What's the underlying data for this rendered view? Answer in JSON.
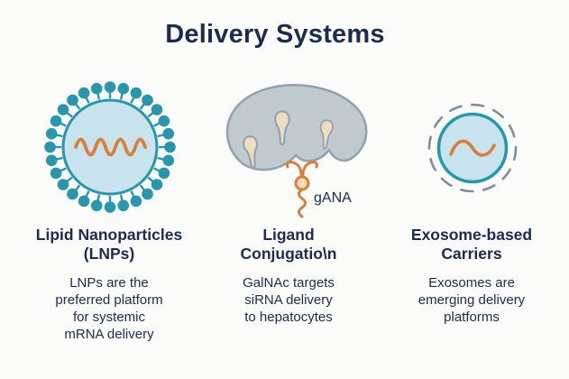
{
  "title": "Delivery Systems",
  "palette": {
    "background": "#fbfbfa",
    "navy": "#1c2c4d",
    "teal": "#2a96ab",
    "light_blue": "#c8e3ee",
    "orange": "#d5813d",
    "orange_light": "#f6ddb4",
    "blob_gray": "#bfc9ce",
    "blob_outline": "#90a2ac",
    "receptor_cream": "#eedcc2",
    "dashed_gray": "#7e8e98"
  },
  "sections": [
    {
      "icon": "lipid-nanoparticle-icon",
      "heading": "Lipid Nanoparticles\n(LNPs)",
      "description": "LNPs are the\npreferred platform\nfor systemic\nmRNA delivery"
    },
    {
      "icon": "galnac-ligand-icon",
      "heading": "Ligand\nConjugatio\\n",
      "description": "GalNAc targets\nsiRNA delivery\nto hepatocytes",
      "annotation": "gANA"
    },
    {
      "icon": "exosome-icon",
      "heading": "Exosome-based\nCarriers",
      "description": "Exosomes are\nemerging delivery\nplatforms"
    }
  ]
}
